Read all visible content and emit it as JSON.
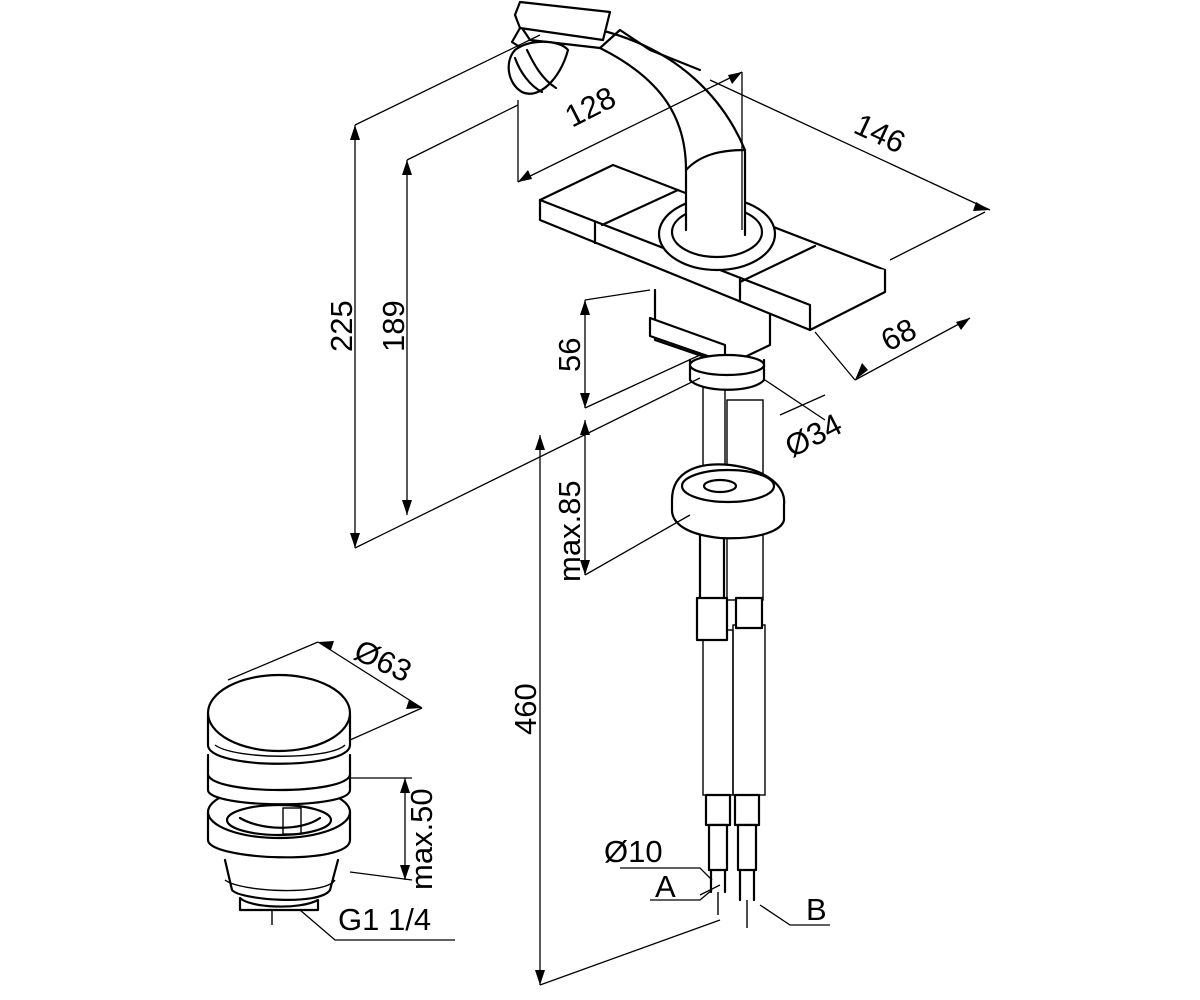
{
  "faucet": {
    "dim_spout_reach": "128",
    "dim_plate_length": "146",
    "dim_plate_width": "68",
    "dim_total_height": "225",
    "dim_outlet_height": "189",
    "dim_body_height": "56",
    "dim_body_diameter": "Ø34",
    "dim_mounting_max": "max.85",
    "dim_hose_length": "460",
    "dim_hose_diameter": "Ø10",
    "label_hose_a": "A",
    "label_hose_b": "B"
  },
  "drain": {
    "dim_diameter": "Ø63",
    "dim_height_max": "max.50",
    "dim_thread": "G1 1/4"
  }
}
